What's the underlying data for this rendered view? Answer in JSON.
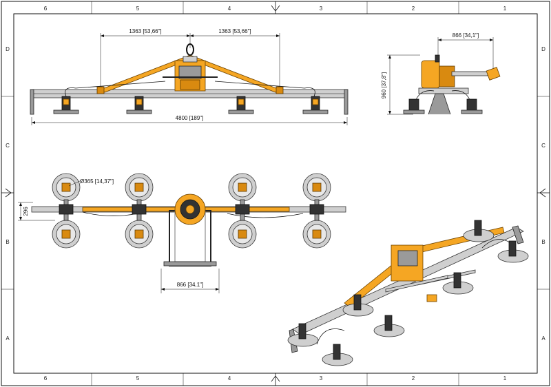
{
  "frame": {
    "col_labels": [
      "6",
      "5",
      "4",
      "3",
      "2",
      "1"
    ],
    "row_labels": [
      "D",
      "C",
      "B",
      "A"
    ]
  },
  "dimensions": {
    "span_left": "1363 [53,66\"]",
    "span_right": "1363 [53,66\"]",
    "total_length": "4800 [189\"]",
    "side_width": "866 [34,1\"]",
    "side_height": "960 [37,8\"]",
    "pad_diameter": "Ø365 [14,37\"]",
    "pad_offset": "296",
    "frame_width": "866 [34,1\"]"
  }
}
